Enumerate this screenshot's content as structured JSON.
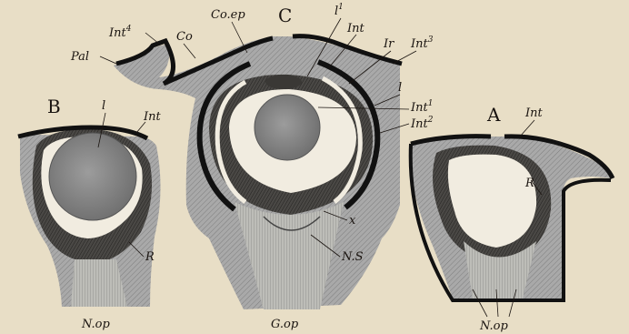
{
  "figures": {
    "A": {
      "letter": "A",
      "labels": {
        "int": "Int",
        "r": "R",
        "nop": "N.op"
      }
    },
    "B": {
      "letter": "B",
      "labels": {
        "l": "l",
        "int": "Int",
        "r": "R",
        "nop": "N.op"
      }
    },
    "C": {
      "letter": "C",
      "labels": {
        "coep": "Co.ep",
        "l1": "l",
        "l1_sup": "1",
        "int": "Int",
        "ir": "Ir",
        "int3": "Int",
        "int3_sup": "3",
        "int4": "Int",
        "int4_sup": "4",
        "co": "Co",
        "pal": "Pal",
        "l": "l",
        "int1": "Int",
        "int1_sup": "1",
        "int2": "Int",
        "int2_sup": "2",
        "x": "x",
        "ns": "N.S",
        "gop": "G.op"
      }
    }
  },
  "colors": {
    "paper": "#e8dec6",
    "tissue": "#a8a8a8",
    "retina_dark": "#3c3a38",
    "lens": "#8e8e8e",
    "outline": "#141414"
  }
}
